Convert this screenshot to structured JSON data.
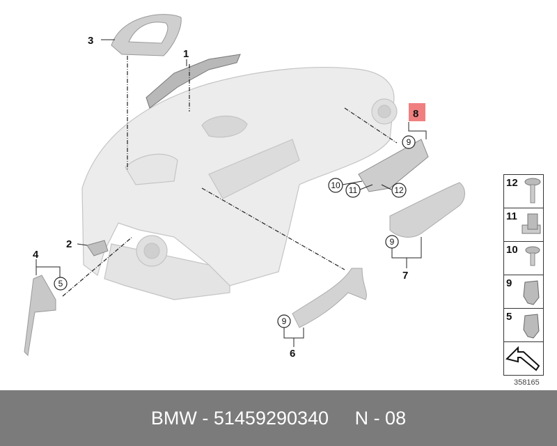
{
  "callouts": {
    "c1": "1",
    "c2": "2",
    "c3": "3",
    "c4": "4",
    "c5": "5",
    "c6": "6",
    "c7": "7",
    "c8": "8",
    "c9a": "9",
    "c9b": "9",
    "c9c": "9",
    "c10": "10",
    "c11": "11",
    "c12": "12"
  },
  "highlight_color": "#f08080",
  "legend": {
    "items": [
      {
        "number": "12",
        "icon": "screw-icon"
      },
      {
        "number": "11",
        "icon": "nut-clip-icon"
      },
      {
        "number": "10",
        "icon": "screw-small-icon"
      },
      {
        "number": "9",
        "icon": "spring-clip-icon"
      },
      {
        "number": "5",
        "icon": "spring-clip-icon"
      }
    ],
    "direction_icon": "forward-arrow-icon"
  },
  "reference_number": "358165",
  "footer": {
    "brand": "BMW",
    "part_number": "51459290340",
    "page": "N - 08",
    "text": "BMW - 51459290340     N - 08"
  }
}
